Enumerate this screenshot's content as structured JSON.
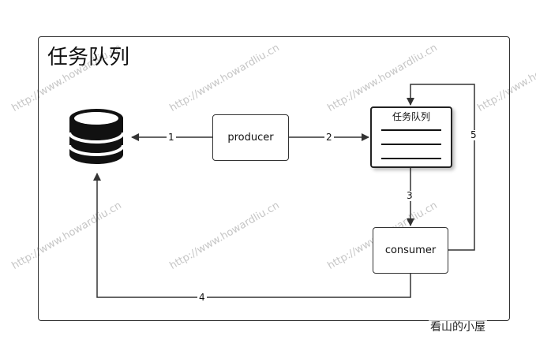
{
  "diagram": {
    "title": "任务队列",
    "nodes": {
      "producer": "producer",
      "queue": "任务队列",
      "consumer": "consumer"
    },
    "edges": [
      {
        "from": "producer",
        "to": "database",
        "label": "1"
      },
      {
        "from": "producer",
        "to": "queue",
        "label": "2"
      },
      {
        "from": "queue",
        "to": "consumer",
        "label": "3"
      },
      {
        "from": "consumer",
        "to": "database",
        "label": "4"
      },
      {
        "from": "consumer",
        "to": "queue",
        "label": "5"
      }
    ]
  },
  "watermark": {
    "repeated_text": "http://www.howardliu.cn",
    "footer": "看山的小屋"
  },
  "colors": {
    "line": "#333333",
    "watermark": "#aaaaaa"
  }
}
